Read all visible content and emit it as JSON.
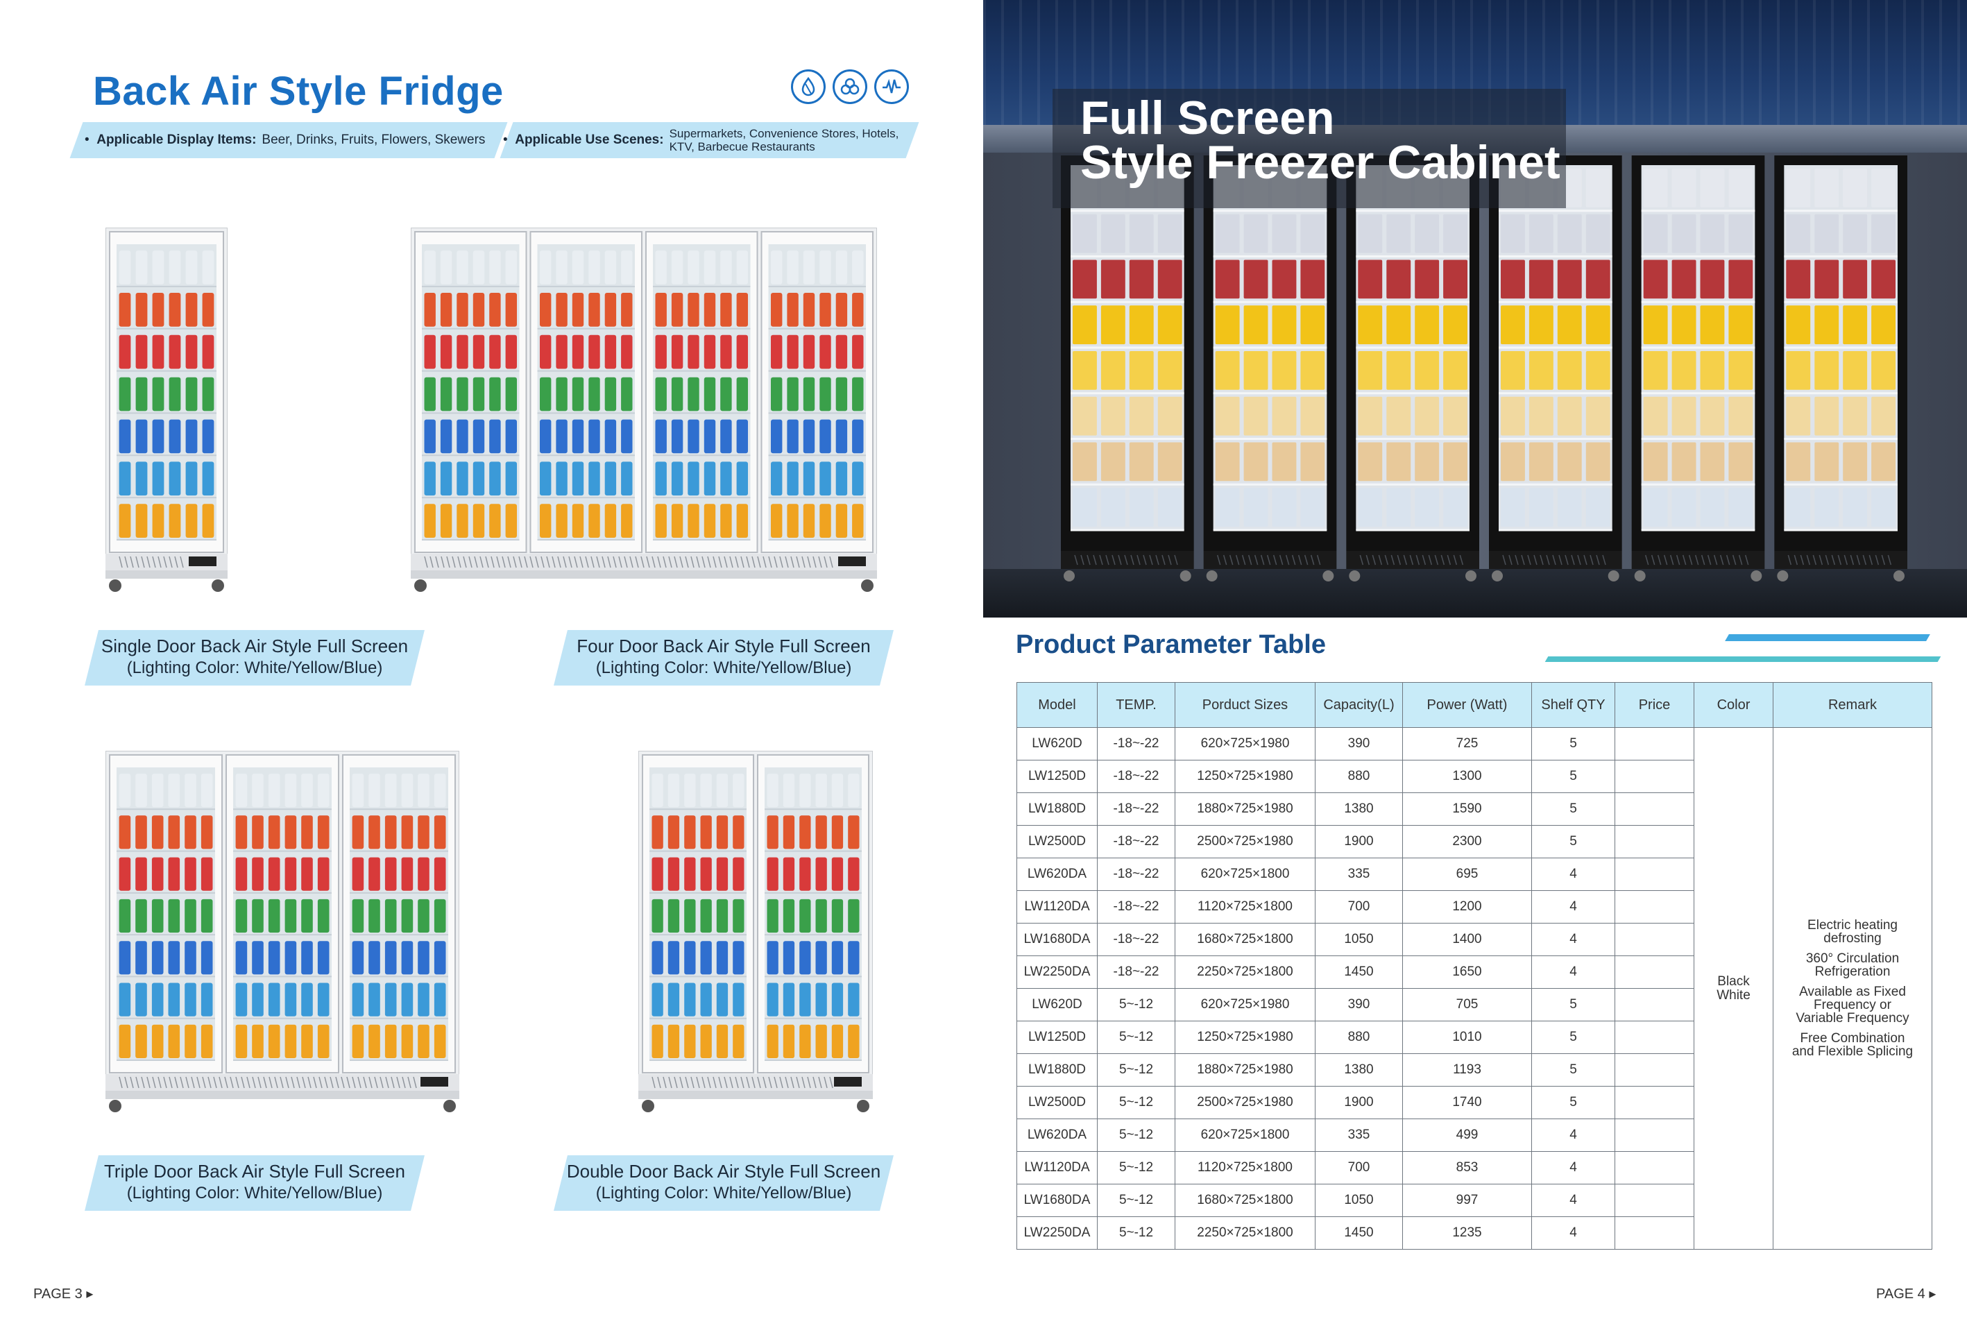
{
  "left_page": {
    "title": "Back Air Style Fridge",
    "icons": [
      "water-drop-icon",
      "circulation-icon",
      "frequency-wave-icon"
    ],
    "banner": {
      "display_label": "Applicable Display Items:",
      "display_items": "Beer, Drinks, Fruits, Flowers, Skewers",
      "scenes_label": "Applicable Use Scenes:",
      "scenes_line1": "Supermarkets, Convenience Stores, Hotels,",
      "scenes_line2": "KTV, Barbecue Restaurants"
    },
    "products": [
      {
        "name": "Single Door Back Air Style Full Screen",
        "lighting": "(Lighting Color: White/Yellow/Blue)",
        "doors": 1
      },
      {
        "name": "Four Door Back Air Style Full Screen",
        "lighting": "(Lighting Color: White/Yellow/Blue)",
        "doors": 4
      },
      {
        "name": "Triple Door Back Air Style Full Screen",
        "lighting": "(Lighting Color: White/Yellow/Blue)",
        "doors": 3
      },
      {
        "name": "Double Door Back Air Style Full Screen",
        "lighting": "(Lighting Color: White/Yellow/Blue)",
        "doors": 2
      }
    ],
    "page_label": "PAGE 3 ▸"
  },
  "right_page": {
    "hero_title_line1": "Full Screen",
    "hero_title_line2": "Style Freezer Cabinet",
    "table_title": "Product Parameter Table",
    "table": {
      "headers": [
        "Model",
        "TEMP.",
        "Porduct Sizes",
        "Capacity(L)",
        "Power (Watt)",
        "Shelf QTY",
        "Price",
        "Color",
        "Remark"
      ],
      "rows": [
        [
          "LW620D",
          "-18~-22",
          "620×725×1980",
          "390",
          "725",
          "5"
        ],
        [
          "LW1250D",
          "-18~-22",
          "1250×725×1980",
          "880",
          "1300",
          "5"
        ],
        [
          "LW1880D",
          "-18~-22",
          "1880×725×1980",
          "1380",
          "1590",
          "5"
        ],
        [
          "LW2500D",
          "-18~-22",
          "2500×725×1980",
          "1900",
          "2300",
          "5"
        ],
        [
          "LW620DA",
          "-18~-22",
          "620×725×1800",
          "335",
          "695",
          "4"
        ],
        [
          "LW1120DA",
          "-18~-22",
          "1120×725×1800",
          "700",
          "1200",
          "4"
        ],
        [
          "LW1680DA",
          "-18~-22",
          "1680×725×1800",
          "1050",
          "1400",
          "4"
        ],
        [
          "LW2250DA",
          "-18~-22",
          "2250×725×1800",
          "1450",
          "1650",
          "4"
        ],
        [
          "LW620D",
          "5~-12",
          "620×725×1980",
          "390",
          "705",
          "5"
        ],
        [
          "LW1250D",
          "5~-12",
          "1250×725×1980",
          "880",
          "1010",
          "5"
        ],
        [
          "LW1880D",
          "5~-12",
          "1880×725×1980",
          "1380",
          "1193",
          "5"
        ],
        [
          "LW2500D",
          "5~-12",
          "2500×725×1980",
          "1900",
          "1740",
          "5"
        ],
        [
          "LW620DA",
          "5~-12",
          "620×725×1800",
          "335",
          "499",
          "4"
        ],
        [
          "LW1120DA",
          "5~-12",
          "1120×725×1800",
          "700",
          "853",
          "4"
        ],
        [
          "LW1680DA",
          "5~-12",
          "1680×725×1800",
          "1050",
          "997",
          "4"
        ],
        [
          "LW2250DA",
          "5~-12",
          "2250×725×1800",
          "1450",
          "1235",
          "4"
        ]
      ],
      "color_line1": "Black",
      "color_line2": "White",
      "remarks": [
        [
          "Electric heating",
          "defrosting"
        ],
        [
          "360° Circulation",
          "Refrigeration"
        ],
        [
          "Available as Fixed",
          "Frequency or",
          "Variable Frequency"
        ],
        [
          "Free Combination",
          "and Flexible Splicing"
        ]
      ]
    },
    "page_label": "PAGE 4 ▸"
  }
}
